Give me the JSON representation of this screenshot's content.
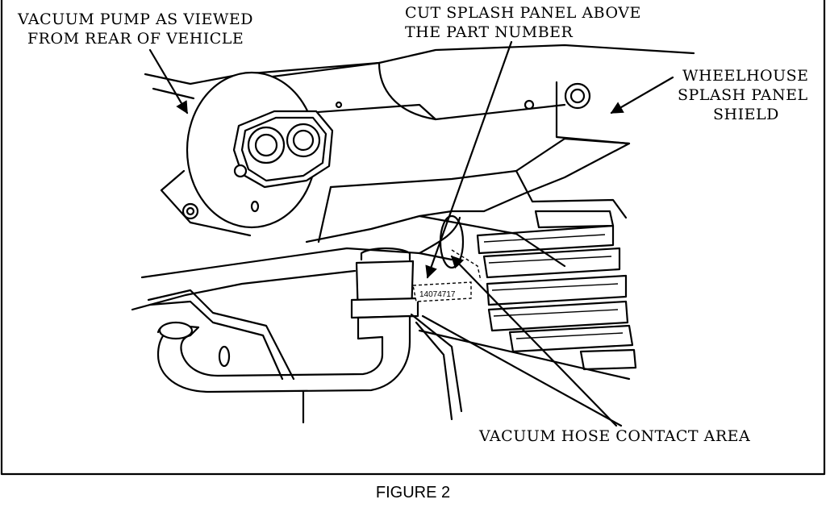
{
  "callouts": {
    "vacuum_pump_line1": "VACUUM PUMP AS VIEWED",
    "vacuum_pump_line2": "FROM REAR OF VEHICLE",
    "cut_panel_line1": "CUT SPLASH PANEL ABOVE",
    "cut_panel_line2": "THE PART NUMBER",
    "wheelhouse_line1": "WHEELHOUSE",
    "wheelhouse_line2": "SPLASH PANEL",
    "wheelhouse_line3": "SHIELD",
    "hose_contact": "VACUUM HOSE CONTACT AREA"
  },
  "part_number": "14074717",
  "caption": "FIGURE 2"
}
